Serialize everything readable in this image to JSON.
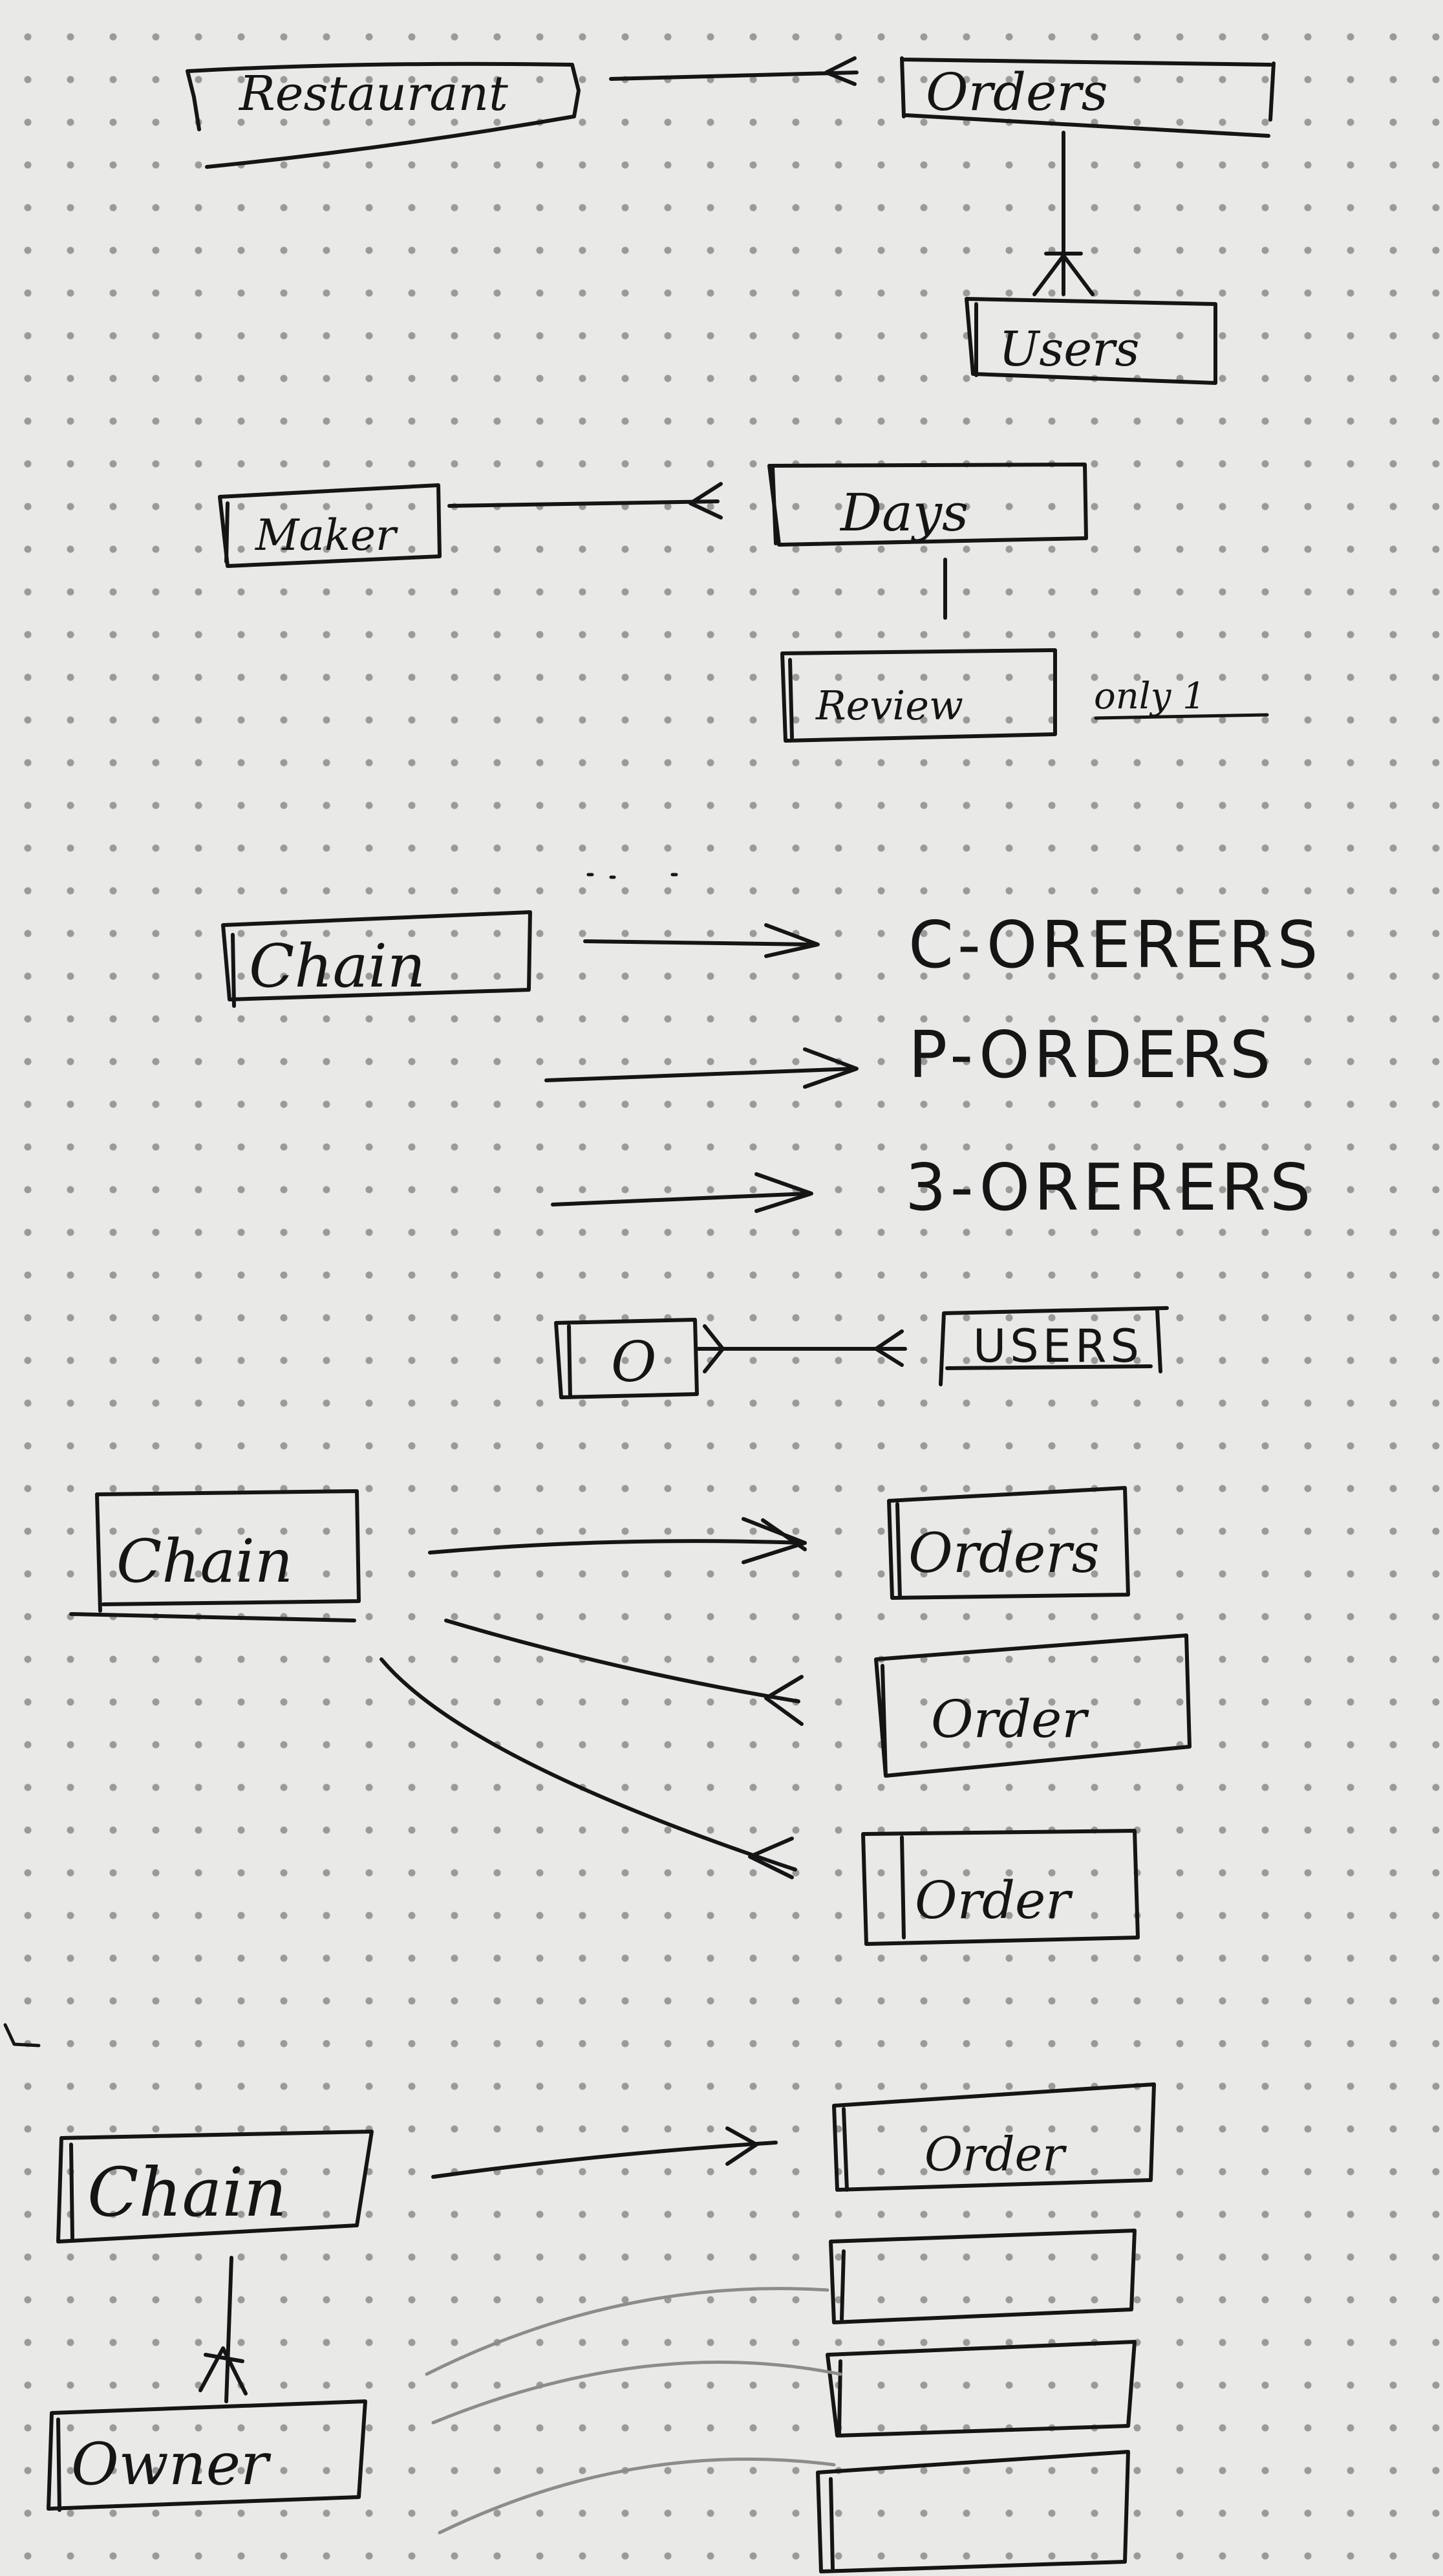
{
  "diagram": {
    "boxes": {
      "restaurant": "Restaurant",
      "orders_top": "Orders",
      "users_top": "Users",
      "maker": "Maker",
      "days": "Days",
      "review": "Review",
      "chain_1": "Chain",
      "o_box": "O",
      "users_mid": "USERS",
      "chain_2": "Chain",
      "orders_mid": "Orders",
      "order_a": "Order",
      "order_b": "Order",
      "chain_3": "Chain",
      "order_c": "Order",
      "owner": "Owner"
    },
    "notes": {
      "only_one": "only 1"
    },
    "order_types": [
      "C-ORERERS",
      "P-ORDERS",
      "3-ORERERS"
    ]
  }
}
